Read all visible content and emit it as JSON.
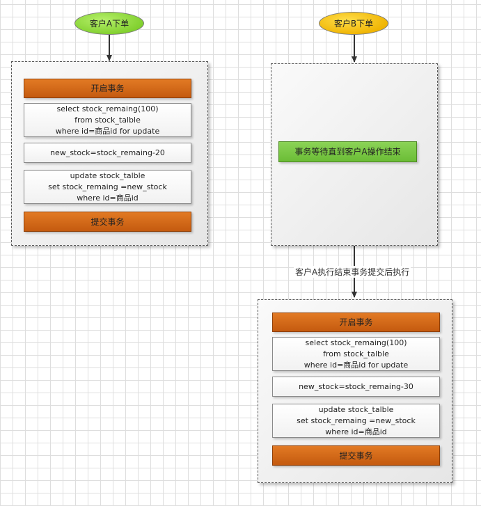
{
  "client_a": {
    "start_label": "客户A下单",
    "steps": {
      "begin": "开启事务",
      "select": [
        "select stock_remaing(100)",
        "from stock_talble",
        "where id=商品id for update"
      ],
      "compute": "new_stock=stock_remaing-20",
      "update": [
        "update stock_talble",
        "set stock_remaing =new_stock",
        "where id=商品id"
      ],
      "commit": "提交事务"
    }
  },
  "client_b": {
    "start_label": "客户B下单",
    "wait_label": "事务等待直到客户A操作结束",
    "transition_label": "客户A执行结束事务提交后执行",
    "steps": {
      "begin": "开启事务",
      "select": [
        "select stock_remaing(100)",
        "from stock_talble",
        "where id=商品id for update"
      ],
      "compute": "new_stock=stock_remaing-30",
      "update": [
        "update stock_talble",
        "set stock_remaing =new_stock",
        "where id=商品id"
      ],
      "commit": "提交事务"
    }
  },
  "colors": {
    "client_a_oval": "#9ddd4a",
    "client_b_oval": "#f7c516",
    "transaction_box": "#d46a18",
    "wait_box": "#7cc846"
  }
}
